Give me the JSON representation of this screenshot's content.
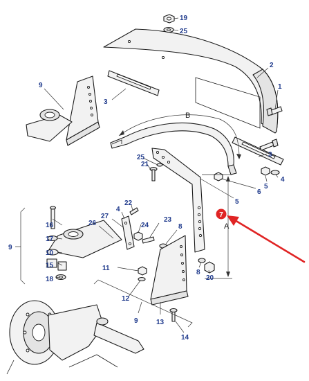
{
  "callouts": {
    "c19": "19",
    "c25a": "25",
    "c2": "2",
    "c9a": "9",
    "c1": "1",
    "c3a": "3",
    "cB": "B",
    "c7": "7",
    "c3b": "3",
    "c4a": "4",
    "c5a": "5",
    "c6": "6",
    "c25b": "25",
    "c21": "21",
    "c5b": "5",
    "c22": "22",
    "c4b": "4",
    "c27": "27",
    "c16": "16",
    "c26": "26",
    "c24": "24",
    "c23": "23",
    "c8a": "8",
    "c17": "17",
    "c9b": "9",
    "c10": "10",
    "c15": "15",
    "c18": "18",
    "cA": "A",
    "c11": "11",
    "c8b": "8",
    "c20": "20",
    "c12": "12",
    "c9c": "9",
    "c13": "13",
    "c14": "14"
  },
  "colors": {
    "callout_text": "#1f3a8c",
    "highlight_badge": "#e02424",
    "pointer_arrow": "#e02424",
    "line": "#1a1a1a"
  },
  "highlighted_part": "7"
}
